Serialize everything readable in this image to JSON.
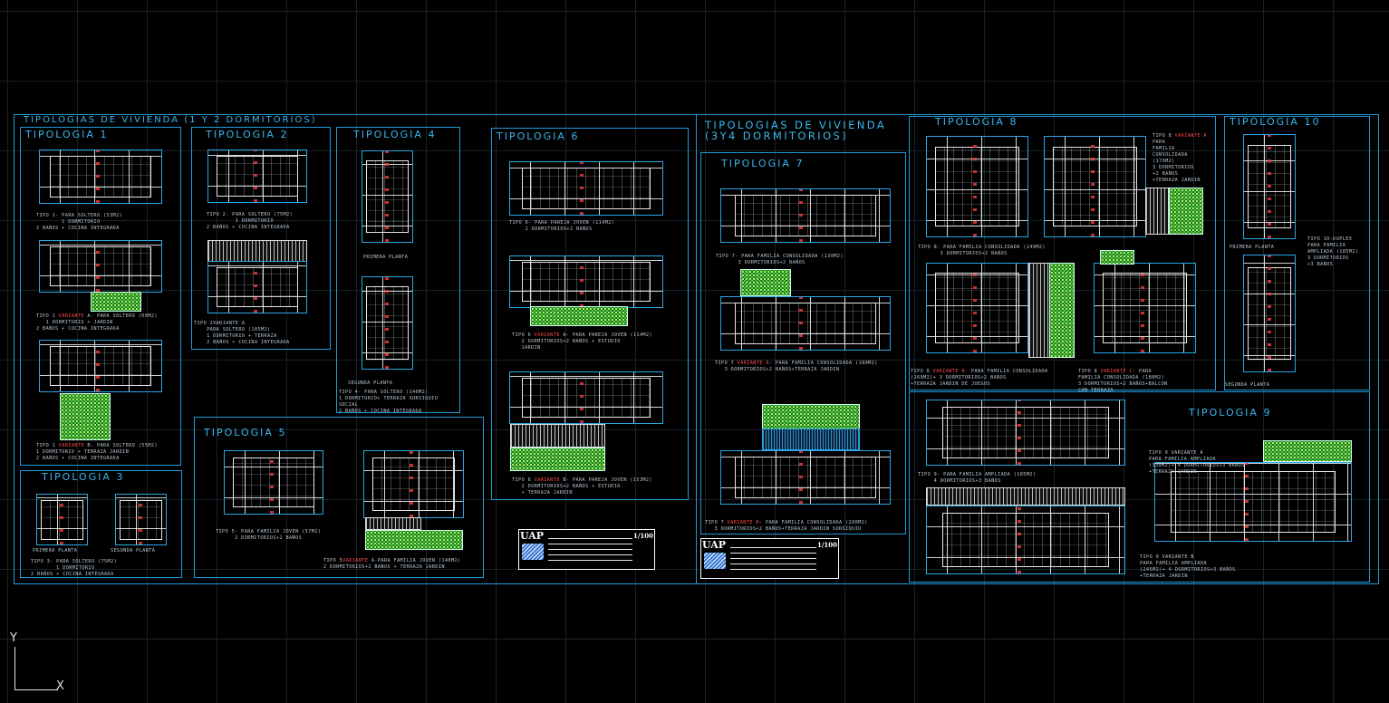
{
  "section_left": {
    "title": "TIPOLOGIAS DE VIVIENDA  (1 Y 2 DORMITORIOS)"
  },
  "section_right": {
    "title_line1": "TIPOLOGIAS DE VIVIENDA",
    "title_line2": "(3Y4 DORMITORIOS)"
  },
  "tipologias": {
    "t1": "TIPOLOGIA 1",
    "t2": "TIPOLOGIA 2",
    "t3": "TIPOLOGIA 3",
    "t4": "TIPOLOGIA 4",
    "t5": "TIPOLOGIA 5",
    "t6": "TIPOLOGIA 6",
    "t7": "TIPOLOGIA 7",
    "t8": "TIPOLOGIA 8",
    "t9": "TIPOLOGIA 9",
    "t10": "TIPOLOGIA 10"
  },
  "captions": {
    "t1a": "TIPO 1- PARA SOLTERO (53M2)\n        1 DORMITORIO\n2 BAÑOS + COCINA INTEGRADA",
    "t1b_pre": "TIPO 1",
    "t1b_red": "VARIANTE",
    "t1b_post": " A- PARA SOLTERO (60M2)\n   1 DORMITORIO + JARDIN\n2 BAÑOS + COCINA INTEGRADA",
    "t1c_pre": "TIPO 1",
    "t1c_red": "VARIANTE",
    "t1c_post": " B- PARA SOLTERO (55M2)\n1 DORMITORIO + TERRAZA JARDIN\n2 BAÑOS + COCINA INTEGRADA",
    "t2a": "TIPO 2- PARA SOLTERO (75M2)\n         1 DORMITORIO\n2 BAÑOS + COCINA INTEGRADA",
    "t2b": "TIPO 2VARIANTE A\n    PARA SOLTERO (105M2)\n    1 DORMITORIO + TERRAZA\n    2 BAÑOS + COCINA INTEGRADA",
    "t3_primera": "PRIMERA PLANTA",
    "t3_segunda": "SEGUNDA PLANTA",
    "t3": "TIPO 3- PARA SOLTERO (75M2)\n        1 DORMITORIO\n2 BAÑOS + COCINA INTEGRADA",
    "t4_primera": "PRIMERA PLANTA",
    "t4_segunda": "SEGUNDA PLANTA",
    "t4": "TIPO 4- PARA SOLTERO (140M2)\n1 DORMITORIO+ TERRAZA SURSIQUIU\nSOCIAL\n2 BAÑOS + COCINA INTEGRADA",
    "t5a": "TIPO 5- PARA FAMILIA JOVEN (57M2)\n      2 DORMITORIOS+2 BAÑOS",
    "t5b_pre": "TIPO 5",
    "t5b_red": "VARIANTE",
    "t5b_post": " A-PARA FAMILIA JOVEN (140M2)\n2 DORMITORIOS+2 BAÑOS + TERRAZA JARDIN",
    "t6a": "TIPO 6- PARA PAREJA JOVEN (114M2)\n     2 DORMITORIOS+2 BAÑOS",
    "t6b_pre": "TIPO 6",
    "t6b_red": "VARIANTE",
    "t6b_post": " A- PARA PAREJA JOVEN (114M2)\n   2 DORMITORIOS+2 BAÑOS + ESTUDIO\n   JARDIN",
    "t6c_pre": "TIPO 6",
    "t6c_red": "VARIANTE",
    "t6c_post": " B- PARA PAREJA JOVEN (153M2)\n   2 DORMITORIOS+2 BAÑOS + ESTUDIO\n   + TERRAZA JARDIN",
    "t7a": "TIPO 7- PARA FAMILIA CONSOLIDADA (130M2)\n       3 DORMITORIOS+2 BAÑOS",
    "t7b_pre": "TIPO 7",
    "t7b_red": "VARIANTE A",
    "t7b_post": "- PARA FAMILIA CONSOLIDADA (180M2)\n   3 DORMITORIOS+2 BAÑOS+TERRAZA JARDIN",
    "t7c_pre": "TIPO 7",
    "t7c_red": "VARIANTE B",
    "t7c_post": "- PARA FAMILIA CONSOLIDADA (200M2)\n   3 DORMITORIOS+2 BAÑOS+TERRAZA JARDIN SURSIQUIU",
    "t8a": "TIPO 8- PARA FAMILIA CONSOLIDADA (140M2)\n       3 DORMITORIOS+2 BAÑOS",
    "t8b_pre": "TIPO 8 ",
    "t8b_red": "VARIANTE A",
    "t8b_post": "\nPARA\nFAMILIA\nCONSOLIDADA\n(179M2)\n3 DORMITORIOS\n+2 BAÑOS\n+TERRAZA JARDIN",
    "t8c_pre": "TIPO 8",
    "t8c_red": "VARIANTE B",
    "t8c_post": "- PARA FAMILIA CONSOLIDADA\n(160M2)+ 3 DORMITORIOS+2 BAÑOS\n+TERRAZA JARDIN DE JUEGOS",
    "t8d_pre": "TIPO 8 ",
    "t8d_red": "VARIANTE C",
    "t8d_post": "- PARA\nFAMILIA CONSOLIDADA (180M2)\n3 DORMITORIOS+2 BAÑOS+BALCON\nCON TERRAZA",
    "t9a": "TIPO 9- PARA FAMILIA AMPLIADA (185M2)\n     4 DORMITORIOS+3 BAÑOS",
    "t9b": "TIPO 9 VARIANTE A\nPARA FAMILIA AMPLIADA\n(330M2)+ 4 DORMITORIOS+3 BAÑOS\n+TERRAZA JARDIN",
    "t9c": "TIPO 9 VARIANTE B\nPARA FAMILIA AMPLIADA\n(245M2)+ 4 DORMITORIOS+3 BAÑOS\n+TERRAZA JARDIN",
    "t10_primera": "PRIMERA PLANTA",
    "t10_segunda": "SEGUNDA PLANTA",
    "t10": "TIPO 10-DUPLEX\nPARA FAMILIA\nAMPLIADA (185M2)\n3 DORMITORIOS\n+3 BAÑOS"
  },
  "title_block_1": {
    "logo": "UAP",
    "scale": "1/100"
  },
  "title_block_2": {
    "logo": "UAP",
    "scale": "1/100"
  },
  "ucs": {
    "y": "Y",
    "x": "X"
  },
  "colors": {
    "frame": "#1e9ad8",
    "header": "#39b8ee",
    "variant_red": "#ff4a4a",
    "background": "#000000"
  }
}
